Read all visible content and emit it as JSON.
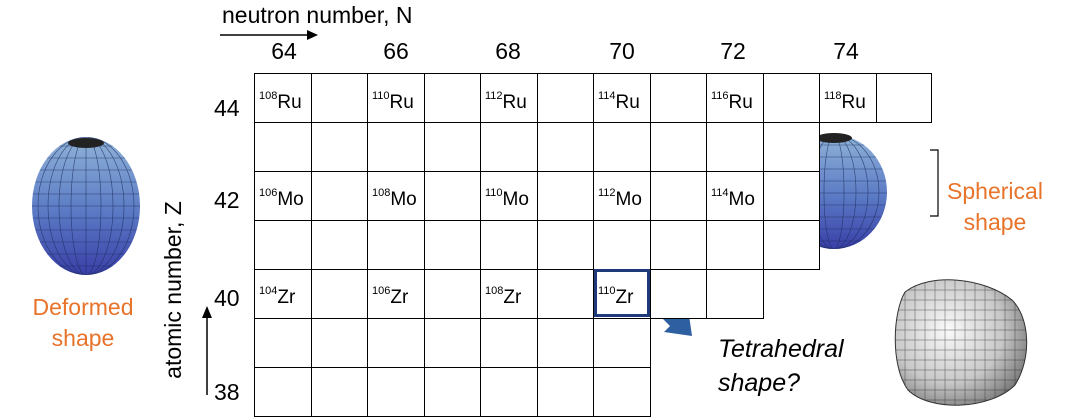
{
  "n_axis": {
    "label": "neutron number, N",
    "ticks": [
      "64",
      "66",
      "68",
      "70",
      "72",
      "74"
    ]
  },
  "z_axis": {
    "label": "atomic number, Z",
    "ticks": [
      "44",
      "42",
      "40",
      "38"
    ]
  },
  "isotopes": {
    "ru108": {
      "mass": "108",
      "symbol": "Ru"
    },
    "ru110": {
      "mass": "110",
      "symbol": "Ru"
    },
    "ru112": {
      "mass": "112",
      "symbol": "Ru"
    },
    "ru114": {
      "mass": "114",
      "symbol": "Ru"
    },
    "ru116": {
      "mass": "116",
      "symbol": "Ru"
    },
    "ru118": {
      "mass": "118",
      "symbol": "Ru"
    },
    "mo106": {
      "mass": "106",
      "symbol": "Mo"
    },
    "mo108": {
      "mass": "108",
      "symbol": "Mo"
    },
    "mo110": {
      "mass": "110",
      "symbol": "Mo"
    },
    "mo112": {
      "mass": "112",
      "symbol": "Mo"
    },
    "mo114": {
      "mass": "114",
      "symbol": "Mo"
    },
    "zr104": {
      "mass": "104",
      "symbol": "Zr"
    },
    "zr106": {
      "mass": "106",
      "symbol": "Zr"
    },
    "zr108": {
      "mass": "108",
      "symbol": "Zr"
    },
    "zr110": {
      "mass": "110",
      "symbol": "Zr"
    }
  },
  "labels": {
    "deformed": [
      "Deformed",
      "shape"
    ],
    "spherical": [
      "Spherical",
      "shape"
    ],
    "tetrahedral": [
      "Tetrahedral",
      "shape?"
    ]
  },
  "colors": {
    "orange": "#e8732a",
    "highlight": "#1f3a7a",
    "arrow": "#2e5fa0",
    "sphere": "#5a6ec0"
  }
}
